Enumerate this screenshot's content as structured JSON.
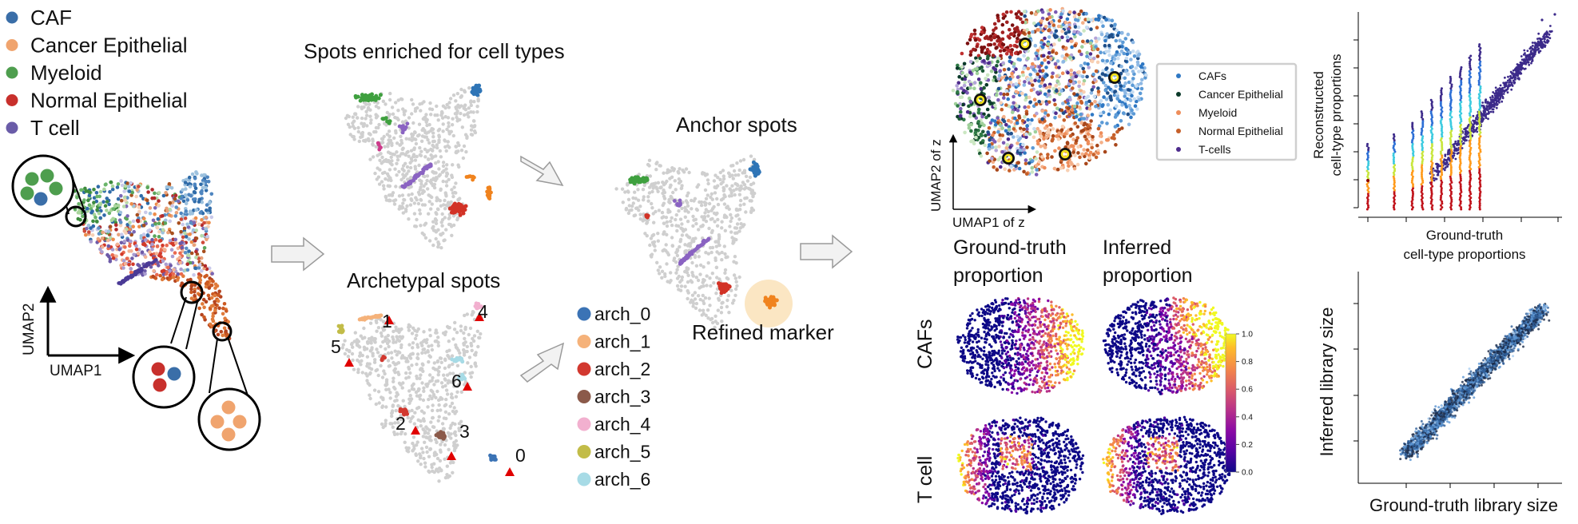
{
  "left_legend": [
    {
      "label": "CAF",
      "color": "#3a6ea8"
    },
    {
      "label": "Cancer Epithelial",
      "color": "#f0a46e"
    },
    {
      "label": "Myeloid",
      "color": "#4e9e4e"
    },
    {
      "label": "Normal Epithelial",
      "color": "#c8302c"
    },
    {
      "label": "T cell",
      "color": "#6a5ca8"
    }
  ],
  "umap_axes": {
    "x": "UMAP1",
    "y": "UMAP2"
  },
  "enriched_title": "Spots enriched for cell types",
  "archetypal_title": "Archetypal spots",
  "archetype_numbers": [
    "0",
    "1",
    "2",
    "3",
    "4",
    "5",
    "6"
  ],
  "arch_legend": [
    {
      "label": "arch_0",
      "color": "#3b73b5"
    },
    {
      "label": "arch_1",
      "color": "#f5b27a"
    },
    {
      "label": "arch_2",
      "color": "#d2382f"
    },
    {
      "label": "arch_3",
      "color": "#8b5a4a"
    },
    {
      "label": "arch_4",
      "color": "#f2b0cf"
    },
    {
      "label": "arch_5",
      "color": "#c2bc48"
    },
    {
      "label": "arch_6",
      "color": "#a7dbe6"
    }
  ],
  "anchor_title": "Anchor spots",
  "refined_label": "Refined marker",
  "z_axes": {
    "x": "UMAP1 of z",
    "y": "UMAP2 of z"
  },
  "z_legend": [
    {
      "label": "CAFs",
      "color": "#2f78c4"
    },
    {
      "label": "Cancer Epithelial",
      "color": "#0b3a2a"
    },
    {
      "label": "Myeloid",
      "color": "#ee8d5a"
    },
    {
      "label": "Normal Epithelial",
      "color": "#c6602a"
    },
    {
      "label": "T-cells",
      "color": "#4d2b8c"
    }
  ],
  "col_headers": {
    "gt": [
      "Ground-truth",
      "proportion"
    ],
    "inf": [
      "Inferred",
      "proportion"
    ]
  },
  "row_labels": [
    "CAFs",
    "T cell"
  ],
  "colorbar": {
    "ticks": [
      "1.0",
      "0.8",
      "0.6",
      "0.4",
      "0.2",
      "0.0"
    ],
    "min": 0.0,
    "max": 1.0
  },
  "scatter_top": {
    "ylabel": [
      "Reconstructed",
      "cell-type proportions"
    ],
    "xlabel": [
      "Ground-truth",
      "cell-type proportions"
    ]
  },
  "scatter_bottom": {
    "ylabel": "Inferred library size",
    "xlabel": "Ground-truth library size"
  },
  "palette": {
    "grey": "#cfcfcf",
    "anchor_ring": "#f6c77a",
    "arrow_fill": "#f2f2f2",
    "arrow_stroke": "#9a9a9a",
    "marker": "#e00000",
    "plasma": [
      "#0d0887",
      "#5402a3",
      "#8b0aa5",
      "#b83289",
      "#db5c68",
      "#f48849",
      "#febc2a",
      "#f0f921"
    ]
  }
}
